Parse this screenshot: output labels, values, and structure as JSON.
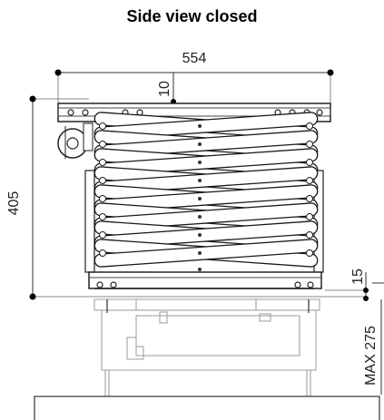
{
  "title": "Side view closed",
  "dimensions": {
    "width": "554",
    "top_offset": "10",
    "height": "405",
    "bottom_offset": "15",
    "max_drop": "MAX 275"
  },
  "colors": {
    "line": "#1a1a1a",
    "light_line": "#9a9a9a",
    "dot": "#000000"
  }
}
